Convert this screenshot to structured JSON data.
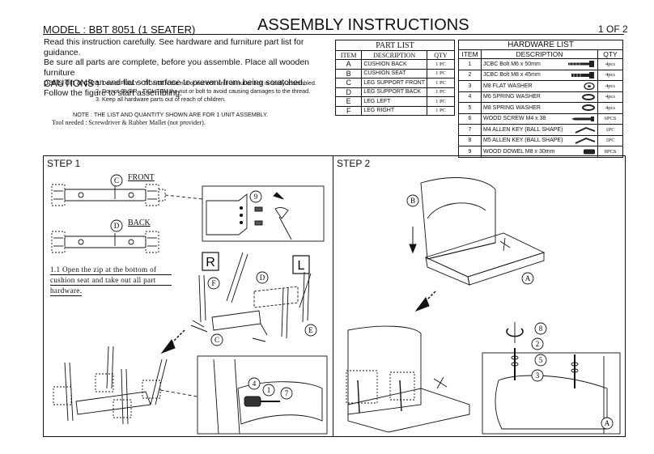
{
  "header": {
    "model": "MODEL : BBT 8051 (1 SEATER)",
    "title": "ASSEMBLY INSTRUCTIONS",
    "page": "1 OF 2"
  },
  "intro": {
    "lines": [
      "Read this instruction carefully. See hardware and furniture part list for guidance.",
      "Be sure all parts are complete, before you assemble. Place all wooden furniture",
      "parts on a clean and flat soft surface to prevent from being scratched.",
      "Follow the figure to start assembling."
    ]
  },
  "cautions": {
    "label": "CAUTIONS :",
    "items": [
      "1. Do not FULLY - TIGHTEN the nut or nut bolt until all nut or bolt is ready assembled.",
      "2. Do not OVER - TIGHTEN the nut or bolt to avoid causing damages to the thread.",
      "3. Keep all hardware parts out of reach of children."
    ]
  },
  "note": "NOTE : THE LIST AND QUANTITY SHOWN ARE FOR 1 UNIT ASSEMBLY.",
  "tools": "Tool needed : Screwdriver & Rubber Mallet (not provider).",
  "part_list": {
    "title": "PART LIST",
    "headers": [
      "ITEM",
      "DESCRIPTION",
      "QTY"
    ],
    "rows": [
      {
        "item": "A",
        "desc": "CUSHION BACK",
        "qty": "1 PC"
      },
      {
        "item": "B",
        "desc": "CUSHION SEAT",
        "qty": "1 PC"
      },
      {
        "item": "C",
        "desc": "LEG SUPPORT FRONT",
        "qty": "1 PC"
      },
      {
        "item": "D",
        "desc": "LEG SUPPORT BACK",
        "qty": "1 PC"
      },
      {
        "item": "E",
        "desc": "LEG LEFT",
        "qty": "1 PC"
      },
      {
        "item": "F",
        "desc": "LEG RIGHT",
        "qty": "1 PC"
      }
    ]
  },
  "hardware_list": {
    "title": "HARDWARE LIST",
    "headers": [
      "ITEM",
      "DESCRIPTION",
      "QTY"
    ],
    "rows": [
      {
        "item": "1",
        "desc": "JCBC Bolt M6 x 50mm",
        "qty": "4pcs",
        "icon": "bolt-long-icon"
      },
      {
        "item": "2",
        "desc": "JCBC Bolt M8 x 45mm",
        "qty": "4pcs",
        "icon": "bolt-icon"
      },
      {
        "item": "3",
        "desc": "M8 FLAT WASHER",
        "qty": "4pcs",
        "icon": "flat-washer-icon"
      },
      {
        "item": "4",
        "desc": "M6 SPRING WASHER",
        "qty": "4pcs",
        "icon": "spring-washer-icon"
      },
      {
        "item": "5",
        "desc": "M8 SPRING WASHER",
        "qty": "4pcs",
        "icon": "spring-washer-icon"
      },
      {
        "item": "6",
        "desc": "WOOD SCREW M4 x 38",
        "qty": "6PCS",
        "icon": "wood-screw-icon"
      },
      {
        "item": "7",
        "desc": "M4 ALLEN KEY (BALL SHAPE)",
        "qty": "1PC",
        "icon": "allen-key-icon"
      },
      {
        "item": "8",
        "desc": "M5 ALLEN KEY (BALL SHAPE)",
        "qty": "1PC",
        "icon": "allen-key-icon"
      },
      {
        "item": "9",
        "desc": "WOOD DOWEL M8 x 30mm",
        "qty": "8PCS",
        "icon": "wood-dowel-icon"
      }
    ]
  },
  "step1": {
    "label": "STEP 1",
    "front_label": "FRONT",
    "back_label": "BACK",
    "instruction_lines": [
      "1.1 Open the zip at the bottom of",
      "cushion seat and take out all part",
      "hardware."
    ],
    "callouts": {
      "c": "C",
      "d": "D",
      "f": "F",
      "e": "E",
      "nine": "9",
      "four": "4",
      "one": "1",
      "seven": "7"
    },
    "r_box": "R",
    "l_box": "L"
  },
  "step2": {
    "label": "STEP 2",
    "callouts": {
      "b": "B",
      "a": "A",
      "eight": "8",
      "two": "2",
      "five": "5",
      "three": "3"
    }
  }
}
